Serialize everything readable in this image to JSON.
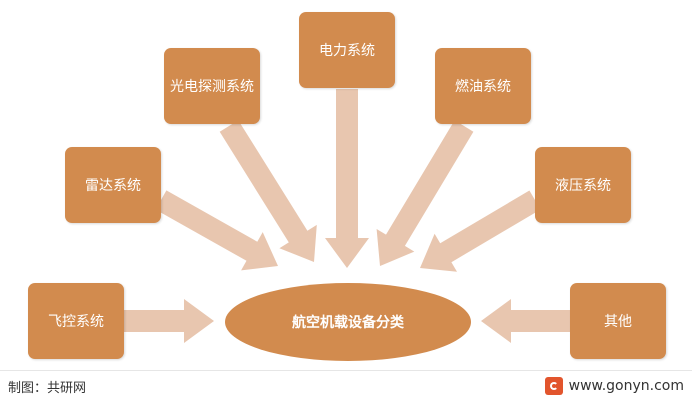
{
  "diagram": {
    "center": "航空机载设备分类",
    "nodes": [
      "飞控系统",
      "雷达系统",
      "光电探测系统",
      "电力系统",
      "燃油系统",
      "液压系统",
      "其他"
    ]
  },
  "footer": {
    "source": "制图：共研网",
    "website": "www.gonyn.com"
  },
  "colors": {
    "box": "#D28B4E",
    "arrow": "#E8C6AF",
    "logo": "#E2552D"
  }
}
